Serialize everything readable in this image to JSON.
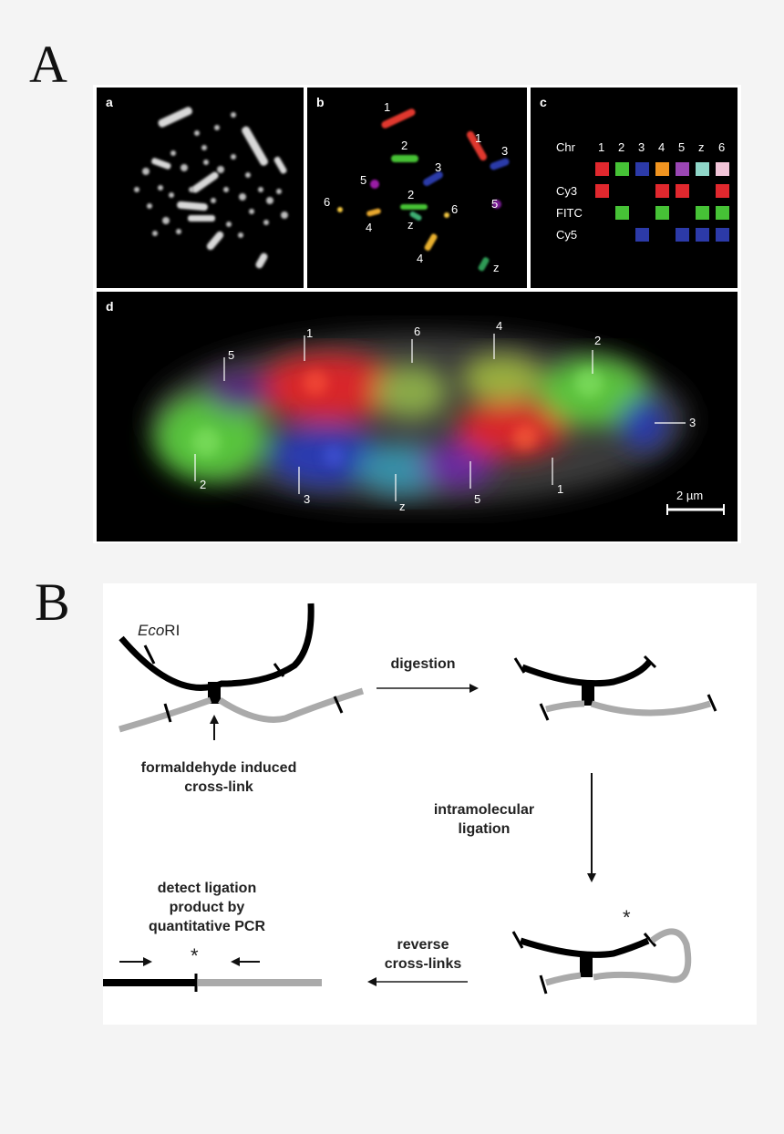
{
  "figure": {
    "label_A": "A",
    "label_B": "B"
  },
  "panel_a": {
    "tag": "a"
  },
  "panel_b": {
    "tag": "b",
    "labels": [
      "1",
      "1",
      "2",
      "3",
      "3",
      "5",
      "2",
      "5",
      "6",
      "6",
      "z",
      "4",
      "4",
      "z"
    ]
  },
  "panel_c": {
    "tag": "c",
    "header": "Chr",
    "chromosomes": [
      "1",
      "2",
      "3",
      "4",
      "5",
      "z",
      "6"
    ],
    "colors": [
      "#e0282e",
      "#46c236",
      "#2c3aa8",
      "#f09420",
      "#9a46b4",
      "#8fd6c8",
      "#f2c4d8"
    ],
    "rows": [
      {
        "name": "Cy3",
        "present": [
          true,
          false,
          false,
          true,
          true,
          false,
          true
        ],
        "color": "#e0282e"
      },
      {
        "name": "FITC",
        "present": [
          false,
          true,
          false,
          true,
          false,
          true,
          true
        ],
        "color": "#46c236"
      },
      {
        "name": "Cy5",
        "present": [
          false,
          false,
          true,
          false,
          true,
          true,
          true
        ],
        "color": "#2c3aa8"
      }
    ]
  },
  "panel_d": {
    "tag": "d",
    "top_labels": [
      "5",
      "1",
      "6",
      "4",
      "2"
    ],
    "bottom_labels": [
      "2",
      "3",
      "z",
      "5",
      "1"
    ],
    "right_label": "3",
    "scale_bar": "2 µm"
  },
  "schematic": {
    "enzyme_prefix": "Eco",
    "enzyme_suffix": "RI",
    "step_digestion": "digestion",
    "crosslink_line1": "formaldehyde induced",
    "crosslink_line2": "cross-link",
    "ligation_line1": "intramolecular",
    "ligation_line2": "ligation",
    "reverse_line1": "reverse",
    "reverse_line2": "cross-links",
    "detect_line1": "detect ligation",
    "detect_line2": "product by",
    "detect_line3": "quantitative PCR",
    "junction_mark": "*",
    "colors": {
      "black_strand": "#000000",
      "grey_strand": "#aaaaaa"
    }
  }
}
